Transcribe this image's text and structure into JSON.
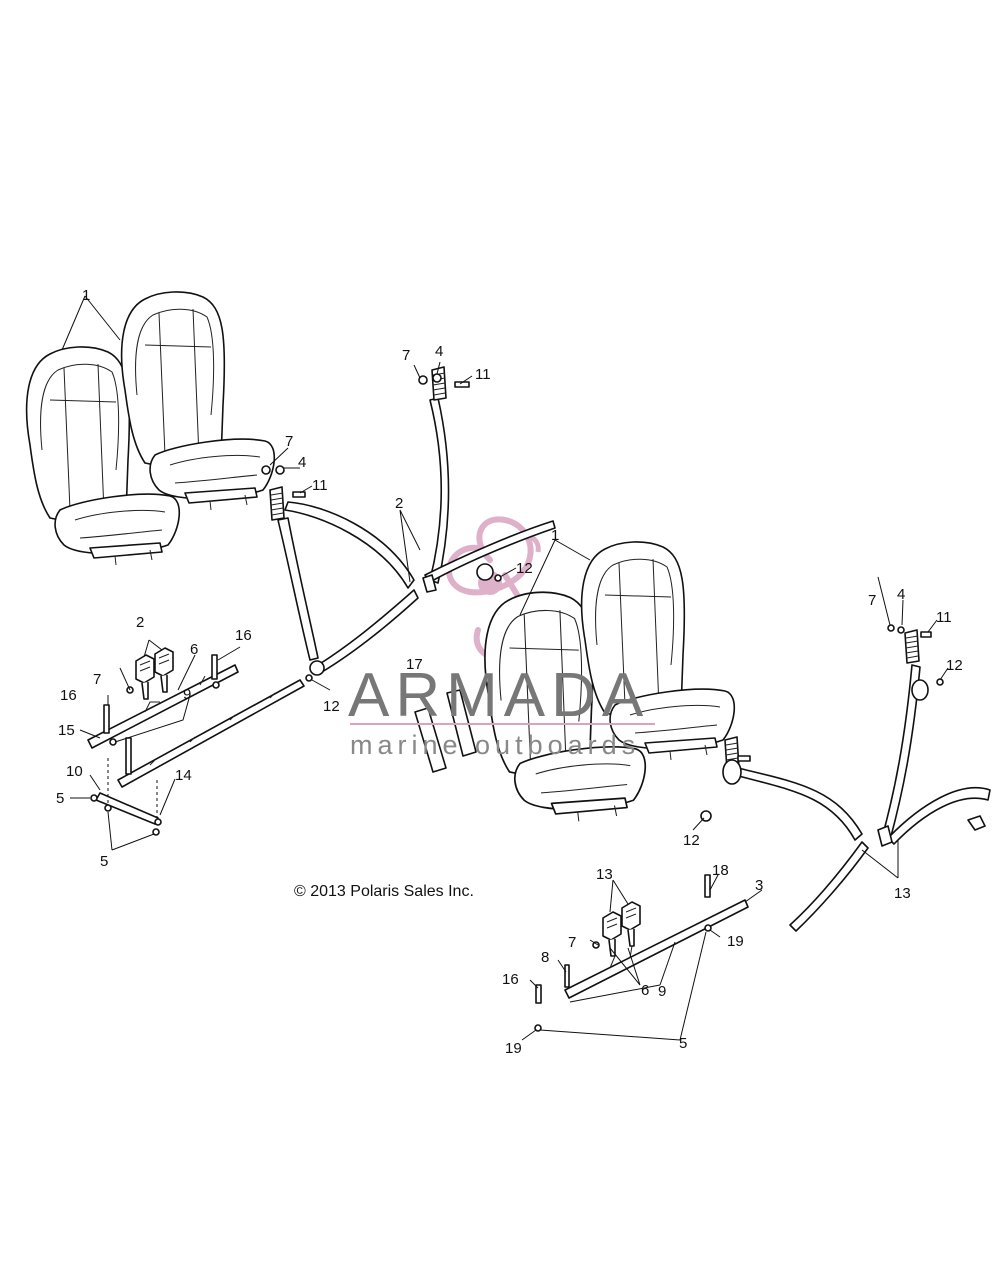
{
  "diagram": {
    "copyright": "© 2013 Polaris Sales Inc.",
    "callouts": [
      {
        "id": "c1a",
        "text": "1"
      },
      {
        "id": "c1b",
        "text": "1"
      },
      {
        "id": "c2a",
        "text": "2"
      },
      {
        "id": "c2b",
        "text": "2"
      },
      {
        "id": "c3",
        "text": "3"
      },
      {
        "id": "c4a",
        "text": "4"
      },
      {
        "id": "c4b",
        "text": "4"
      },
      {
        "id": "c4c",
        "text": "4"
      },
      {
        "id": "c5a",
        "text": "5"
      },
      {
        "id": "c5b",
        "text": "5"
      },
      {
        "id": "c5c",
        "text": "5"
      },
      {
        "id": "c6a",
        "text": "6"
      },
      {
        "id": "c6b",
        "text": "6"
      },
      {
        "id": "c7a",
        "text": "7"
      },
      {
        "id": "c7b",
        "text": "7"
      },
      {
        "id": "c7c",
        "text": "7"
      },
      {
        "id": "c7d",
        "text": "7"
      },
      {
        "id": "c7e",
        "text": "7"
      },
      {
        "id": "c8",
        "text": "8"
      },
      {
        "id": "c9a",
        "text": "9"
      },
      {
        "id": "c9b",
        "text": "9"
      },
      {
        "id": "c10",
        "text": "10"
      },
      {
        "id": "c11a",
        "text": "11"
      },
      {
        "id": "c11b",
        "text": "11"
      },
      {
        "id": "c11c",
        "text": "11"
      },
      {
        "id": "c12a",
        "text": "12"
      },
      {
        "id": "c12b",
        "text": "12"
      },
      {
        "id": "c12c",
        "text": "12"
      },
      {
        "id": "c12d",
        "text": "12"
      },
      {
        "id": "c13a",
        "text": "13"
      },
      {
        "id": "c13b",
        "text": "13"
      },
      {
        "id": "c14",
        "text": "14"
      },
      {
        "id": "c15",
        "text": "15"
      },
      {
        "id": "c16a",
        "text": "16"
      },
      {
        "id": "c16b",
        "text": "16"
      },
      {
        "id": "c16c",
        "text": "16"
      },
      {
        "id": "c17",
        "text": "17"
      },
      {
        "id": "c18",
        "text": "18"
      },
      {
        "id": "c19a",
        "text": "19"
      },
      {
        "id": "c19b",
        "text": "19"
      }
    ]
  },
  "watermark": {
    "brand": "ARMADA",
    "tagline": "marine outboards",
    "logo_color": "#d9a3c1",
    "text_color": "#7a7a7a"
  }
}
